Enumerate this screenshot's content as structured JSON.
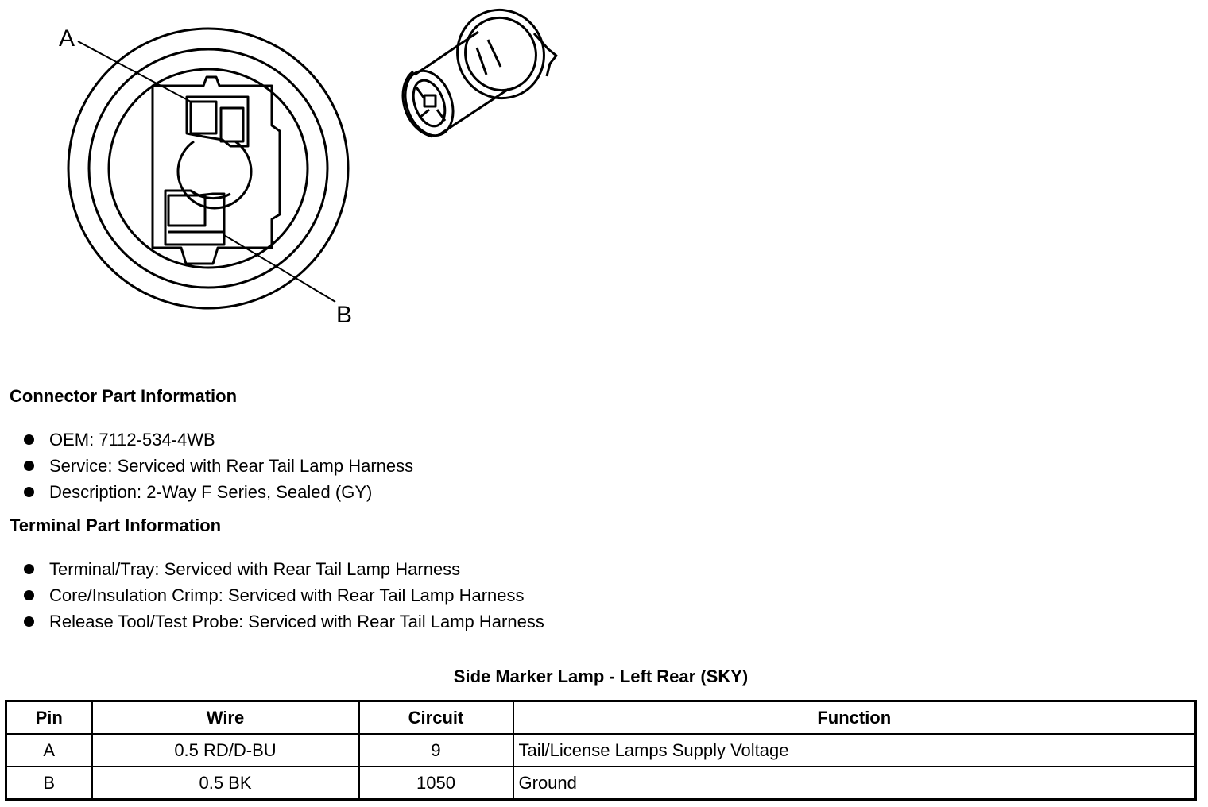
{
  "diagram": {
    "callout_a": "A",
    "callout_b": "B"
  },
  "connector_info": {
    "heading": "Connector Part Information",
    "items": [
      "OEM: 7112-534-4WB",
      "Service: Serviced with Rear Tail Lamp Harness",
      "Description: 2-Way F Series, Sealed (GY)"
    ]
  },
  "terminal_info": {
    "heading": "Terminal Part Information",
    "items": [
      "Terminal/Tray: Serviced with Rear Tail Lamp Harness",
      "Core/Insulation Crimp: Serviced with Rear Tail Lamp Harness",
      "Release Tool/Test Probe: Serviced with Rear Tail Lamp Harness"
    ]
  },
  "pin_table": {
    "title": "Side Marker Lamp - Left Rear (SKY)",
    "headers": [
      "Pin",
      "Wire",
      "Circuit",
      "Function"
    ],
    "rows": [
      [
        "A",
        "0.5 RD/D-BU",
        "9",
        "Tail/License Lamps Supply Voltage"
      ],
      [
        "B",
        "0.5 BK",
        "1050",
        "Ground"
      ]
    ]
  }
}
